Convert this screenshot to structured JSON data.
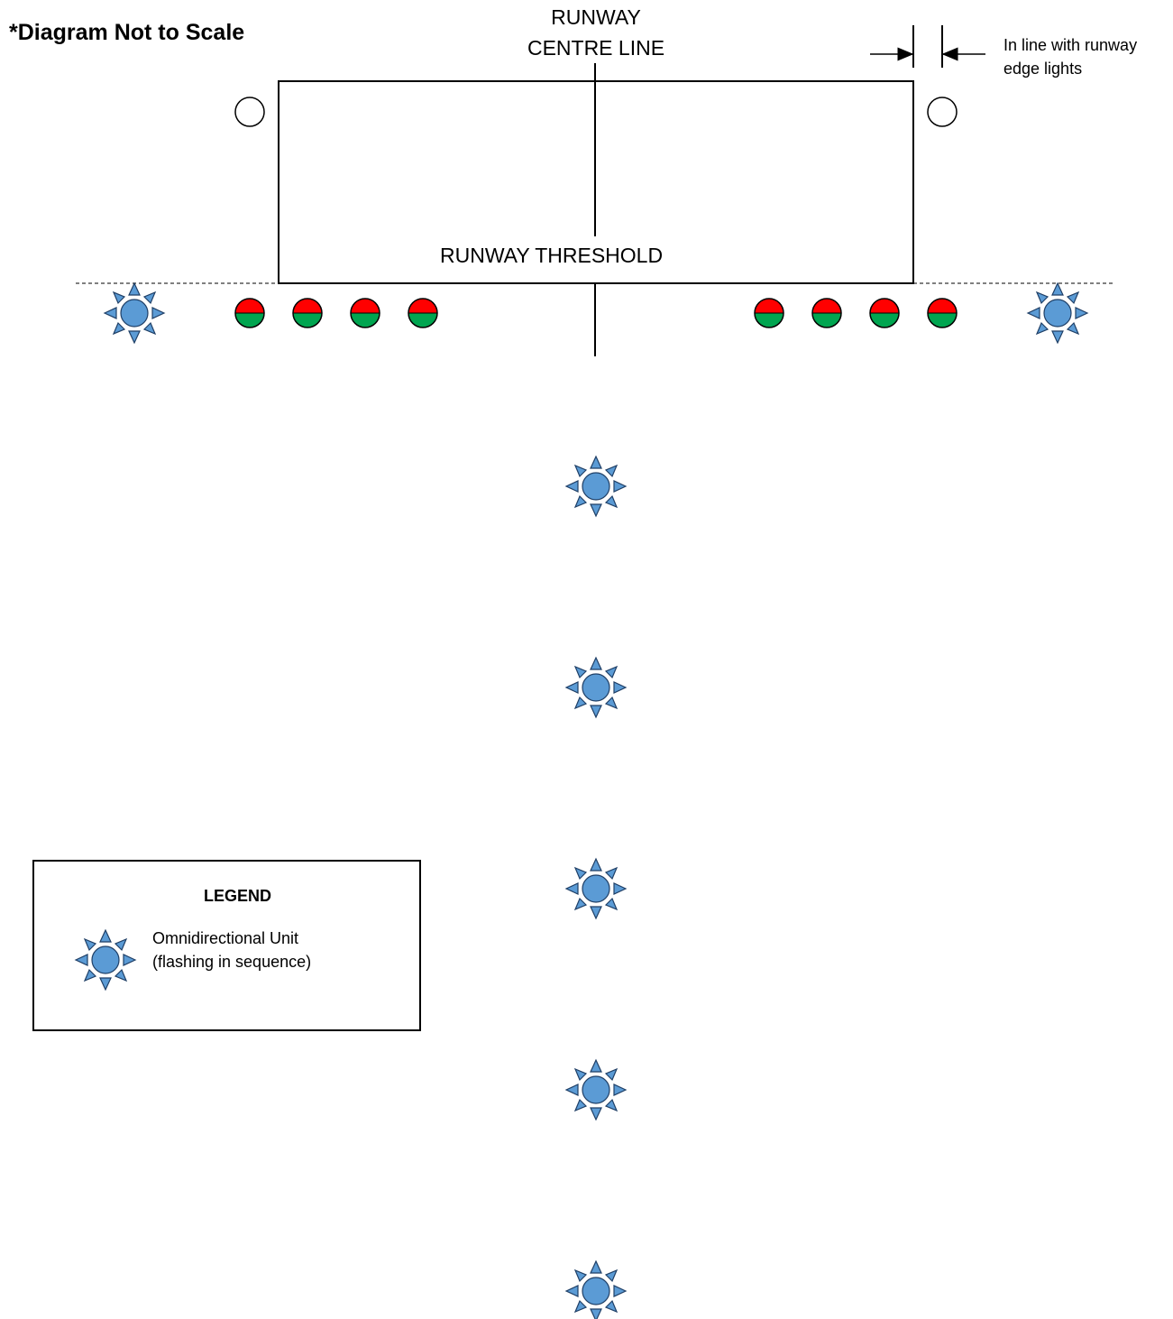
{
  "note": "*Diagram Not to Scale",
  "centre_line": {
    "line1": "RUNWAY",
    "line2": "CENTRE LINE"
  },
  "threshold": "RUNWAY THRESHOLD",
  "edge_note": {
    "line1": "In line with runway",
    "line2": "edge lights"
  },
  "legend": {
    "title": "LEGEND",
    "item_line1": "Omnidirectional Unit",
    "item_line2": "(flashing in sequence)",
    "icon": "omnidirectional-flashing-light"
  },
  "colors": {
    "omni_fill": "#5b9bd5",
    "omni_stroke": "#1f3f66",
    "threshold_red": "#ff0000",
    "threshold_green": "#00a550",
    "line": "#000000"
  }
}
